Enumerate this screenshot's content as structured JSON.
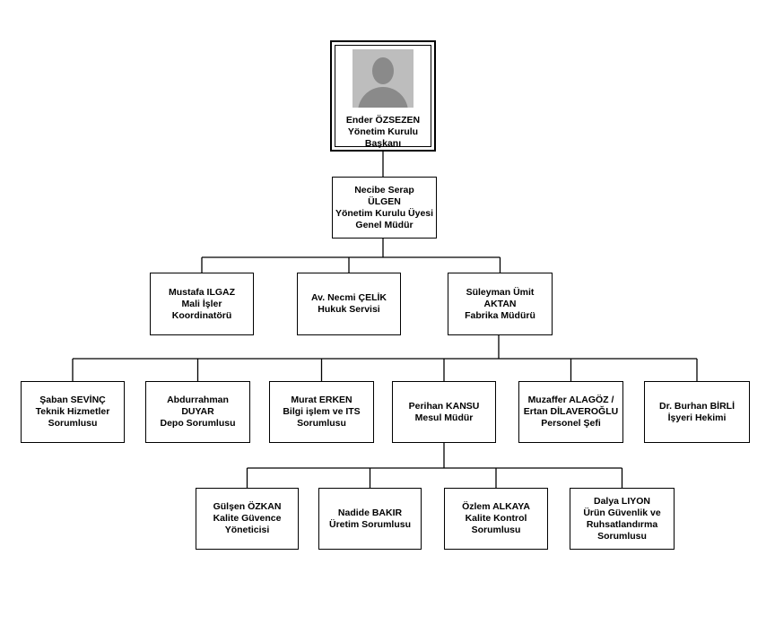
{
  "org": {
    "president": {
      "lines": [
        "Ender ÖZSEZEN",
        "Yönetim Kurulu Başkanı"
      ]
    },
    "general_manager": {
      "lines": [
        "Necibe Serap",
        "ÜLGEN",
        "Yönetim Kurulu Üyesi",
        "Genel Müdür"
      ]
    },
    "level2": [
      {
        "id": "mali",
        "lines": [
          "Mustafa ILGAZ",
          "Mali İşler",
          "Koordinatörü"
        ]
      },
      {
        "id": "hukuk",
        "lines": [
          "Av. Necmi ÇELİK",
          "Hukuk Servisi"
        ]
      },
      {
        "id": "fabrika",
        "lines": [
          "Süleyman Ümit",
          "AKTAN",
          "Fabrika Müdürü"
        ]
      }
    ],
    "level3": [
      {
        "id": "teknik",
        "lines": [
          "Şaban SEVİNÇ",
          "Teknik Hizmetler",
          "Sorumlusu"
        ]
      },
      {
        "id": "depo",
        "lines": [
          "Abdurrahman",
          "DUYAR",
          "Depo Sorumlusu"
        ]
      },
      {
        "id": "bilgi",
        "lines": [
          "Murat ERKEN",
          "Bilgi işlem ve ITS",
          "Sorumlusu"
        ]
      },
      {
        "id": "mesul",
        "lines": [
          "Perihan KANSU",
          "Mesul Müdür"
        ]
      },
      {
        "id": "personel",
        "lines": [
          "Muzaffer ALAGÖZ /",
          "Ertan DİLAVEROĞLU",
          "Personel Şefi"
        ]
      },
      {
        "id": "hekim",
        "lines": [
          "Dr. Burhan BİRLİ",
          "İşyeri Hekimi"
        ]
      }
    ],
    "level4": [
      {
        "id": "kalite-guvence",
        "lines": [
          "Gülşen ÖZKAN",
          "Kalite Güvence",
          "Yöneticisi"
        ]
      },
      {
        "id": "uretim",
        "lines": [
          "Nadide BAKIR",
          "Üretim Sorumlusu"
        ]
      },
      {
        "id": "kalite-kontrol",
        "lines": [
          "Özlem ALKAYA",
          "Kalite Kontrol",
          "Sorumlusu"
        ]
      },
      {
        "id": "urun-guvenlik",
        "lines": [
          "Dalya LIYON",
          "Ürün Güvenlik ve",
          "Ruhsatlandırma",
          "Sorumlusu"
        ]
      }
    ]
  }
}
